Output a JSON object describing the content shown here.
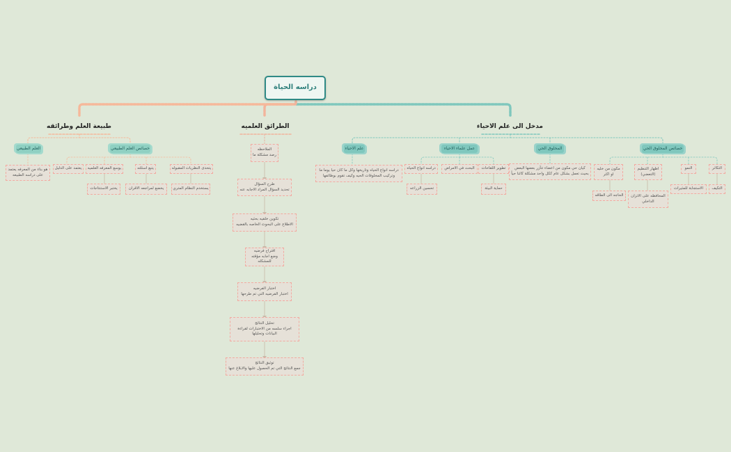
{
  "root": {
    "title": "دراسه الحياة"
  },
  "branches": {
    "intro": "مدخل الى علم الاحياء",
    "methods": "الطرائق العلميه",
    "nature": "طبيعة العلم وطرائقه"
  },
  "intro_topics": {
    "characteristics": "خصائص المخلوق الحي",
    "organism": "المخلوق الحي",
    "scientists": "عمل علماء الاحياء",
    "biology": "علم الاحياء"
  },
  "characteristics": {
    "reproduction": "التكاثر",
    "adaptation": "التكيف",
    "growth": "النمو",
    "stimuli": "الاستجابة للمثيرات",
    "organization": "اظهار التنظيم (التعضي)",
    "homeostasis": "المحافظه على الاتزان الداخلي",
    "cells": "مكون من خليه او اكثر",
    "energy": "الحاجه الى الطاقه"
  },
  "organism_def": "كيان حي مكون من اعضاء تتآزر بعضها البعض بحيث تعمل بشكل عام ككل واحد مشكلة كائنا حياً",
  "scientists": {
    "vaccines": "تطوير اللقاحات",
    "environment": "حماية البيئة",
    "diseases": "البحث في الامراض",
    "life_forms": "دراسه انواع الحياه",
    "agriculture": "تحسين الزراعه"
  },
  "biology_def": "دراسه انواع الحياه وتاريخها وكل ما كان حيا يوما ما وتركيب المخلوقات الحيه وكيف تقوم بوظائفها",
  "methods_steps": [
    {
      "title": "الملاحظه",
      "text": "رصد مشكلة ما"
    },
    {
      "title": "طرح السؤال",
      "text": "تحديد السؤال المراد الاجابه عنه"
    },
    {
      "title": "تكوين خلفيه بحثيه",
      "text": "الاطلاع على البحوث الخاصه بالقضيه"
    },
    {
      "title": "اقتراح فرضيه",
      "text": "وضع اجابه مؤقته للمشكله"
    },
    {
      "title": "اختبار الفرضيه",
      "text": "اختبار الفرضيه التي تم طرحها"
    },
    {
      "title": "تحليل النتائج",
      "text": "اجراء سلسه من الاختبارات لقراءة البيانات وتحليلها"
    },
    {
      "title": "توثيق النتائج",
      "text": "جمع النتائج التي تم الحصول عليها والابلاغ عنها"
    }
  ],
  "nature_topics": {
    "science_chars": "خصائص العلم الطبيعي",
    "natural_science": "العلم الطبيعي"
  },
  "science_chars": {
    "theories": "يتحدى النظريات المقبوله",
    "system": "يستخدم النظام المتري",
    "questions": "يتبع اسئلته",
    "peer_review": "يخضع لمراجعه الاقران",
    "expands": "يوسع المعرفه العلميه",
    "conclusions": "يختبر الاستنتاجات",
    "evidence": "يعتمد على الدليل"
  },
  "natural_science_def": "هو بناء من المعرفه يعتمد على دراسه الطبيعه",
  "colors": {
    "teal": "#7fc7bd",
    "peach": "#f6b89a",
    "root_border": "#2f8a86",
    "background": "#dfe8d8"
  }
}
